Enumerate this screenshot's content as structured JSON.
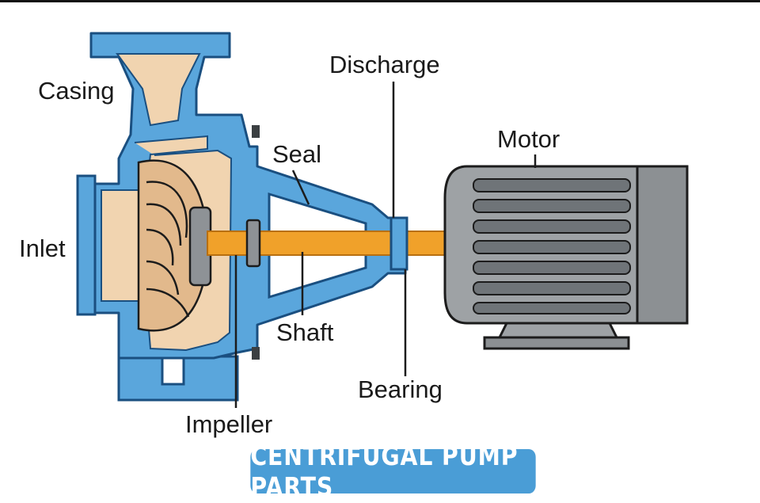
{
  "colors": {
    "casing_fill": "#5aa6dc",
    "casing_stroke": "#1a4f80",
    "fluid_fill": "#f1d4b0",
    "shaft_fill": "#f0a12a",
    "motor_fill": "#9ea2a5",
    "motor_dark": "#6f7478",
    "outline": "#1c1c1c",
    "badge_fill": "#4a9dd6",
    "badge_text": "#ffffff"
  },
  "labels": {
    "casing": "Casing",
    "discharge": "Discharge",
    "seal": "Seal",
    "motor": "Motor",
    "inlet": "Inlet",
    "shaft": "Shaft",
    "bearing": "Bearing",
    "impeller": "Impeller"
  },
  "title": "CENTRIFUGAL PUMP PARTS"
}
